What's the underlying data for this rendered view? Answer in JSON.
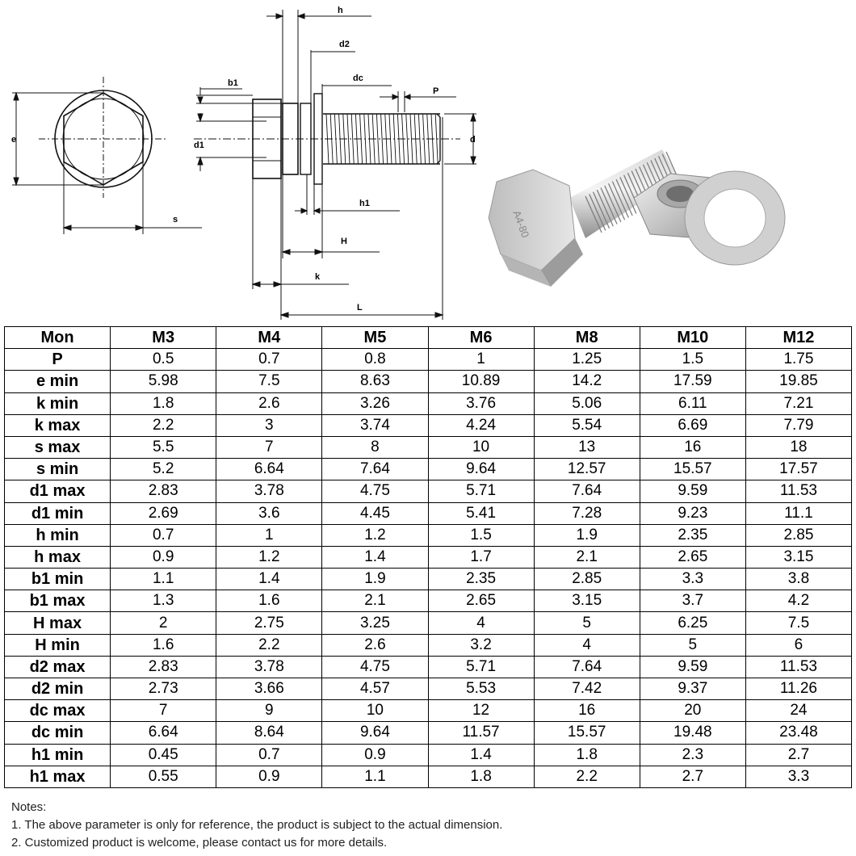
{
  "dimension_labels": {
    "e": "e",
    "s": "s",
    "b1": "b1",
    "d1": "d1",
    "h": "h",
    "d2": "d2",
    "dc": "dc",
    "P": "P",
    "d": "d",
    "h1": "h1",
    "H": "H",
    "k": "k",
    "L": "L"
  },
  "head_marking": "A4-80",
  "table": {
    "columns": [
      "Mon",
      "M3",
      "M4",
      "M5",
      "M6",
      "M8",
      "M10",
      "M12"
    ],
    "rows": [
      {
        "param": "P",
        "values": [
          "0.5",
          "0.7",
          "0.8",
          "1",
          "1.25",
          "1.5",
          "1.75"
        ]
      },
      {
        "param": "e min",
        "values": [
          "5.98",
          "7.5",
          "8.63",
          "10.89",
          "14.2",
          "17.59",
          "19.85"
        ]
      },
      {
        "param": "k min",
        "values": [
          "1.8",
          "2.6",
          "3.26",
          "3.76",
          "5.06",
          "6.11",
          "7.21"
        ]
      },
      {
        "param": "k max",
        "values": [
          "2.2",
          "3",
          "3.74",
          "4.24",
          "5.54",
          "6.69",
          "7.79"
        ]
      },
      {
        "param": "s max",
        "values": [
          "5.5",
          "7",
          "8",
          "10",
          "13",
          "16",
          "18"
        ]
      },
      {
        "param": "s min",
        "values": [
          "5.2",
          "6.64",
          "7.64",
          "9.64",
          "12.57",
          "15.57",
          "17.57"
        ]
      },
      {
        "param": "d1 max",
        "values": [
          "2.83",
          "3.78",
          "4.75",
          "5.71",
          "7.64",
          "9.59",
          "11.53"
        ]
      },
      {
        "param": "d1 min",
        "values": [
          "2.69",
          "3.6",
          "4.45",
          "5.41",
          "7.28",
          "9.23",
          "11.1"
        ]
      },
      {
        "param": "h min",
        "values": [
          "0.7",
          "1",
          "1.2",
          "1.5",
          "1.9",
          "2.35",
          "2.85"
        ]
      },
      {
        "param": "h max",
        "values": [
          "0.9",
          "1.2",
          "1.4",
          "1.7",
          "2.1",
          "2.65",
          "3.15"
        ]
      },
      {
        "param": "b1 min",
        "values": [
          "1.1",
          "1.4",
          "1.9",
          "2.35",
          "2.85",
          "3.3",
          "3.8"
        ]
      },
      {
        "param": "b1 max",
        "values": [
          "1.3",
          "1.6",
          "2.1",
          "2.65",
          "3.15",
          "3.7",
          "4.2"
        ]
      },
      {
        "param": "H max",
        "values": [
          "2",
          "2.75",
          "3.25",
          "4",
          "5",
          "6.25",
          "7.5"
        ]
      },
      {
        "param": "H min",
        "values": [
          "1.6",
          "2.2",
          "2.6",
          "3.2",
          "4",
          "5",
          "6"
        ]
      },
      {
        "param": "d2 max",
        "values": [
          "2.83",
          "3.78",
          "4.75",
          "5.71",
          "7.64",
          "9.59",
          "11.53"
        ]
      },
      {
        "param": "d2 min",
        "values": [
          "2.73",
          "3.66",
          "4.57",
          "5.53",
          "7.42",
          "9.37",
          "11.26"
        ]
      },
      {
        "param": "dc max",
        "values": [
          "7",
          "9",
          "10",
          "12",
          "16",
          "20",
          "24"
        ]
      },
      {
        "param": "dc min",
        "values": [
          "6.64",
          "8.64",
          "9.64",
          "11.57",
          "15.57",
          "19.48",
          "23.48"
        ]
      },
      {
        "param": "h1 min",
        "values": [
          "0.45",
          "0.7",
          "0.9",
          "1.4",
          "1.8",
          "2.3",
          "2.7"
        ]
      },
      {
        "param": "h1 max",
        "values": [
          "0.55",
          "0.9",
          "1.1",
          "1.8",
          "2.2",
          "2.7",
          "3.3"
        ]
      }
    ]
  },
  "notes": {
    "title": "Notes:",
    "items": [
      "1. The above parameter is only for reference, the product is subject to the actual dimension.",
      "2. Customized product is welcome, please contact us for more details."
    ]
  }
}
